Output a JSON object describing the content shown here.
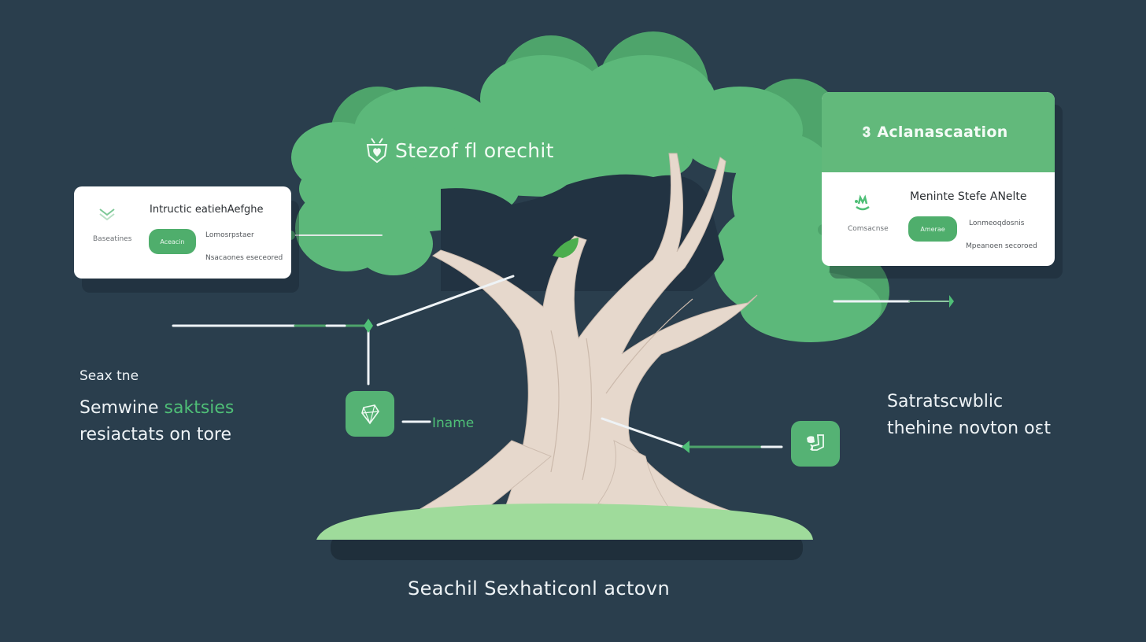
{
  "canopy": {
    "title": "Stezof fl orechit",
    "icon": "heart-badge-icon"
  },
  "left_card": {
    "icon": "chevron-double-down-icon",
    "title": "Intructic eatiehAefghe",
    "label": "Baseatines",
    "button_label": "Aceacin",
    "meta_line_1": "Lomosrpstaer",
    "meta_line_2": "Nsacaones eseceored"
  },
  "right_card": {
    "header_icon": "bookmark-icon",
    "header_title": "Aclanascaation",
    "icon": "sprout-icon",
    "title": "Meninte Stefe ANelte",
    "label": "Comsacnse",
    "button_label": "Amerae",
    "meta_line_1": "Lonmeoqdosnis",
    "meta_line_2": "Mpeanoen secoroed"
  },
  "left_text": {
    "heading": "Seax tne",
    "line1_plain": "Semwine ",
    "line1_accent": "saktsies",
    "line2": "resiactats on tore"
  },
  "right_text": {
    "line1": "Satratscwblic",
    "line2": "thehine novton oεt"
  },
  "nodes": {
    "left_tile_icon": "gem-icon",
    "left_tile_label": "Iname",
    "right_tile_icon": "robot-icon"
  },
  "footer": {
    "caption": "Seachil Sexhaticonl actovn"
  },
  "colors": {
    "background": "#2a3e4d",
    "canopy": "#5cb87a",
    "canopy_dark": "#4ea46b",
    "trunk": "#e6d8cc",
    "ground": "#9fdb9b",
    "accent": "#4fbf77",
    "card": "#ffffff",
    "card_header": "#62b97b",
    "button": "#4fae6c"
  }
}
